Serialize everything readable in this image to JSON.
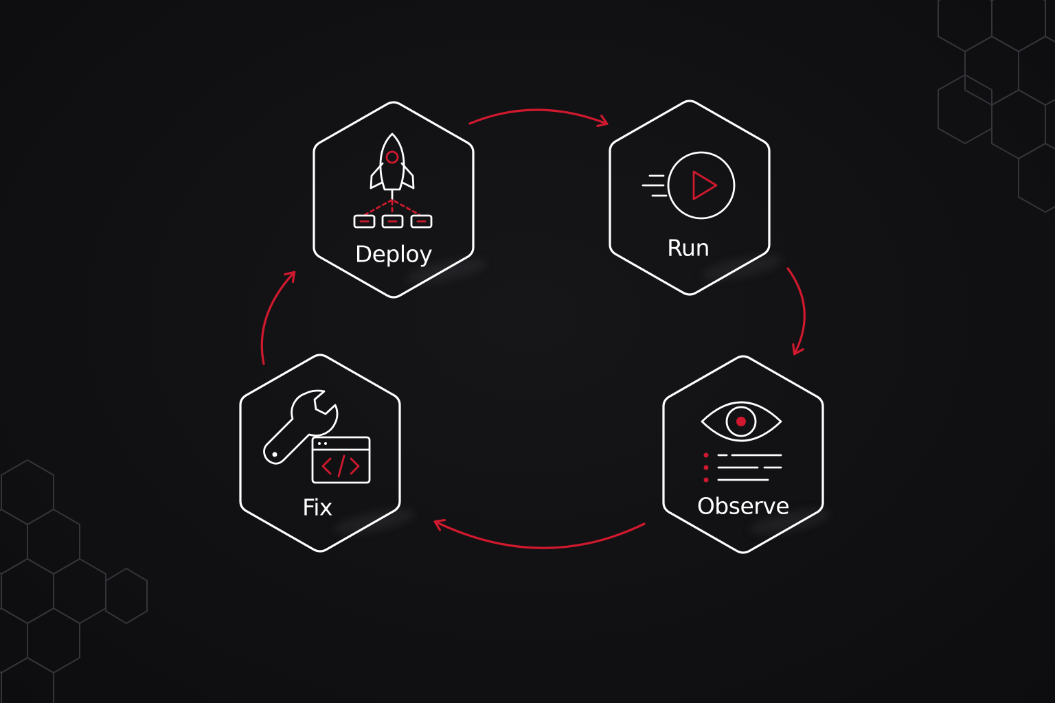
{
  "diagram": {
    "stages": [
      {
        "id": "deploy",
        "label": "Deploy",
        "icon": "rocket-icon"
      },
      {
        "id": "run",
        "label": "Run",
        "icon": "play-icon"
      },
      {
        "id": "observe",
        "label": "Observe",
        "icon": "eye-icon"
      },
      {
        "id": "fix",
        "label": "Fix",
        "icon": "wrench-code-icon"
      }
    ],
    "edges": [
      {
        "from": "deploy",
        "to": "run"
      },
      {
        "from": "run",
        "to": "observe"
      },
      {
        "from": "observe",
        "to": "fix"
      },
      {
        "from": "fix",
        "to": "deploy"
      }
    ]
  },
  "colors": {
    "background": "#111113",
    "outline": "#ffffff",
    "accent": "#d0192e",
    "decor": "#3a3a3e"
  }
}
